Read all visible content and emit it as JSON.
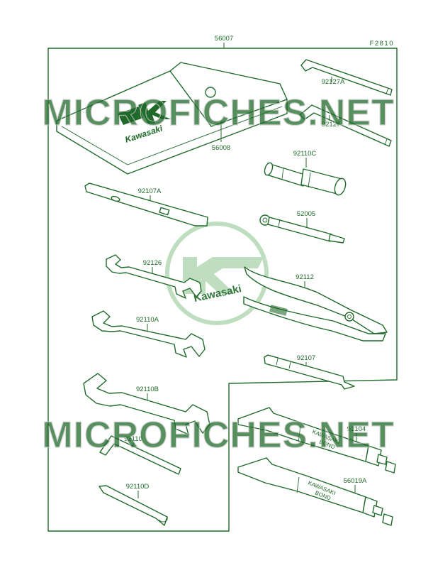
{
  "figure_code": "F2810",
  "watermark": {
    "text": "MICROFICHES.NET",
    "emblem_text": "Kawasaki"
  },
  "pouch": {
    "brand": "Kawasaki"
  },
  "tubes": [
    {
      "line1": "KAWASAKI",
      "line2": "BOND"
    },
    {
      "line1": "KAWASAKI",
      "line2": "BOND"
    }
  ],
  "parts": [
    {
      "number": "56007",
      "name": "tool-kit-frame"
    },
    {
      "number": "56008",
      "name": "tool-pouch"
    },
    {
      "number": "92127A",
      "name": "hex-key-small"
    },
    {
      "number": "92127",
      "name": "hex-key-large"
    },
    {
      "number": "92110C",
      "name": "spark-plug-socket"
    },
    {
      "number": "92107A",
      "name": "screwdriver-grip"
    },
    {
      "number": "52005",
      "name": "spoke-wrench-driver"
    },
    {
      "number": "92126",
      "name": "wrench-small"
    },
    {
      "number": "92112",
      "name": "pliers"
    },
    {
      "number": "92110A",
      "name": "wrench-medium"
    },
    {
      "number": "92107",
      "name": "screwdriver"
    },
    {
      "number": "92110B",
      "name": "wrench-large"
    },
    {
      "number": "92104",
      "name": "bond-tube-upper"
    },
    {
      "number": "92110",
      "name": "hex-key-bent"
    },
    {
      "number": "56019A",
      "name": "bond-tube-lower"
    },
    {
      "number": "92110D",
      "name": "pin-wrench"
    }
  ],
  "colors": {
    "ink": "#1f6a2a",
    "watermark": "#c6c6c6",
    "emblem": "#b9dbb9"
  }
}
